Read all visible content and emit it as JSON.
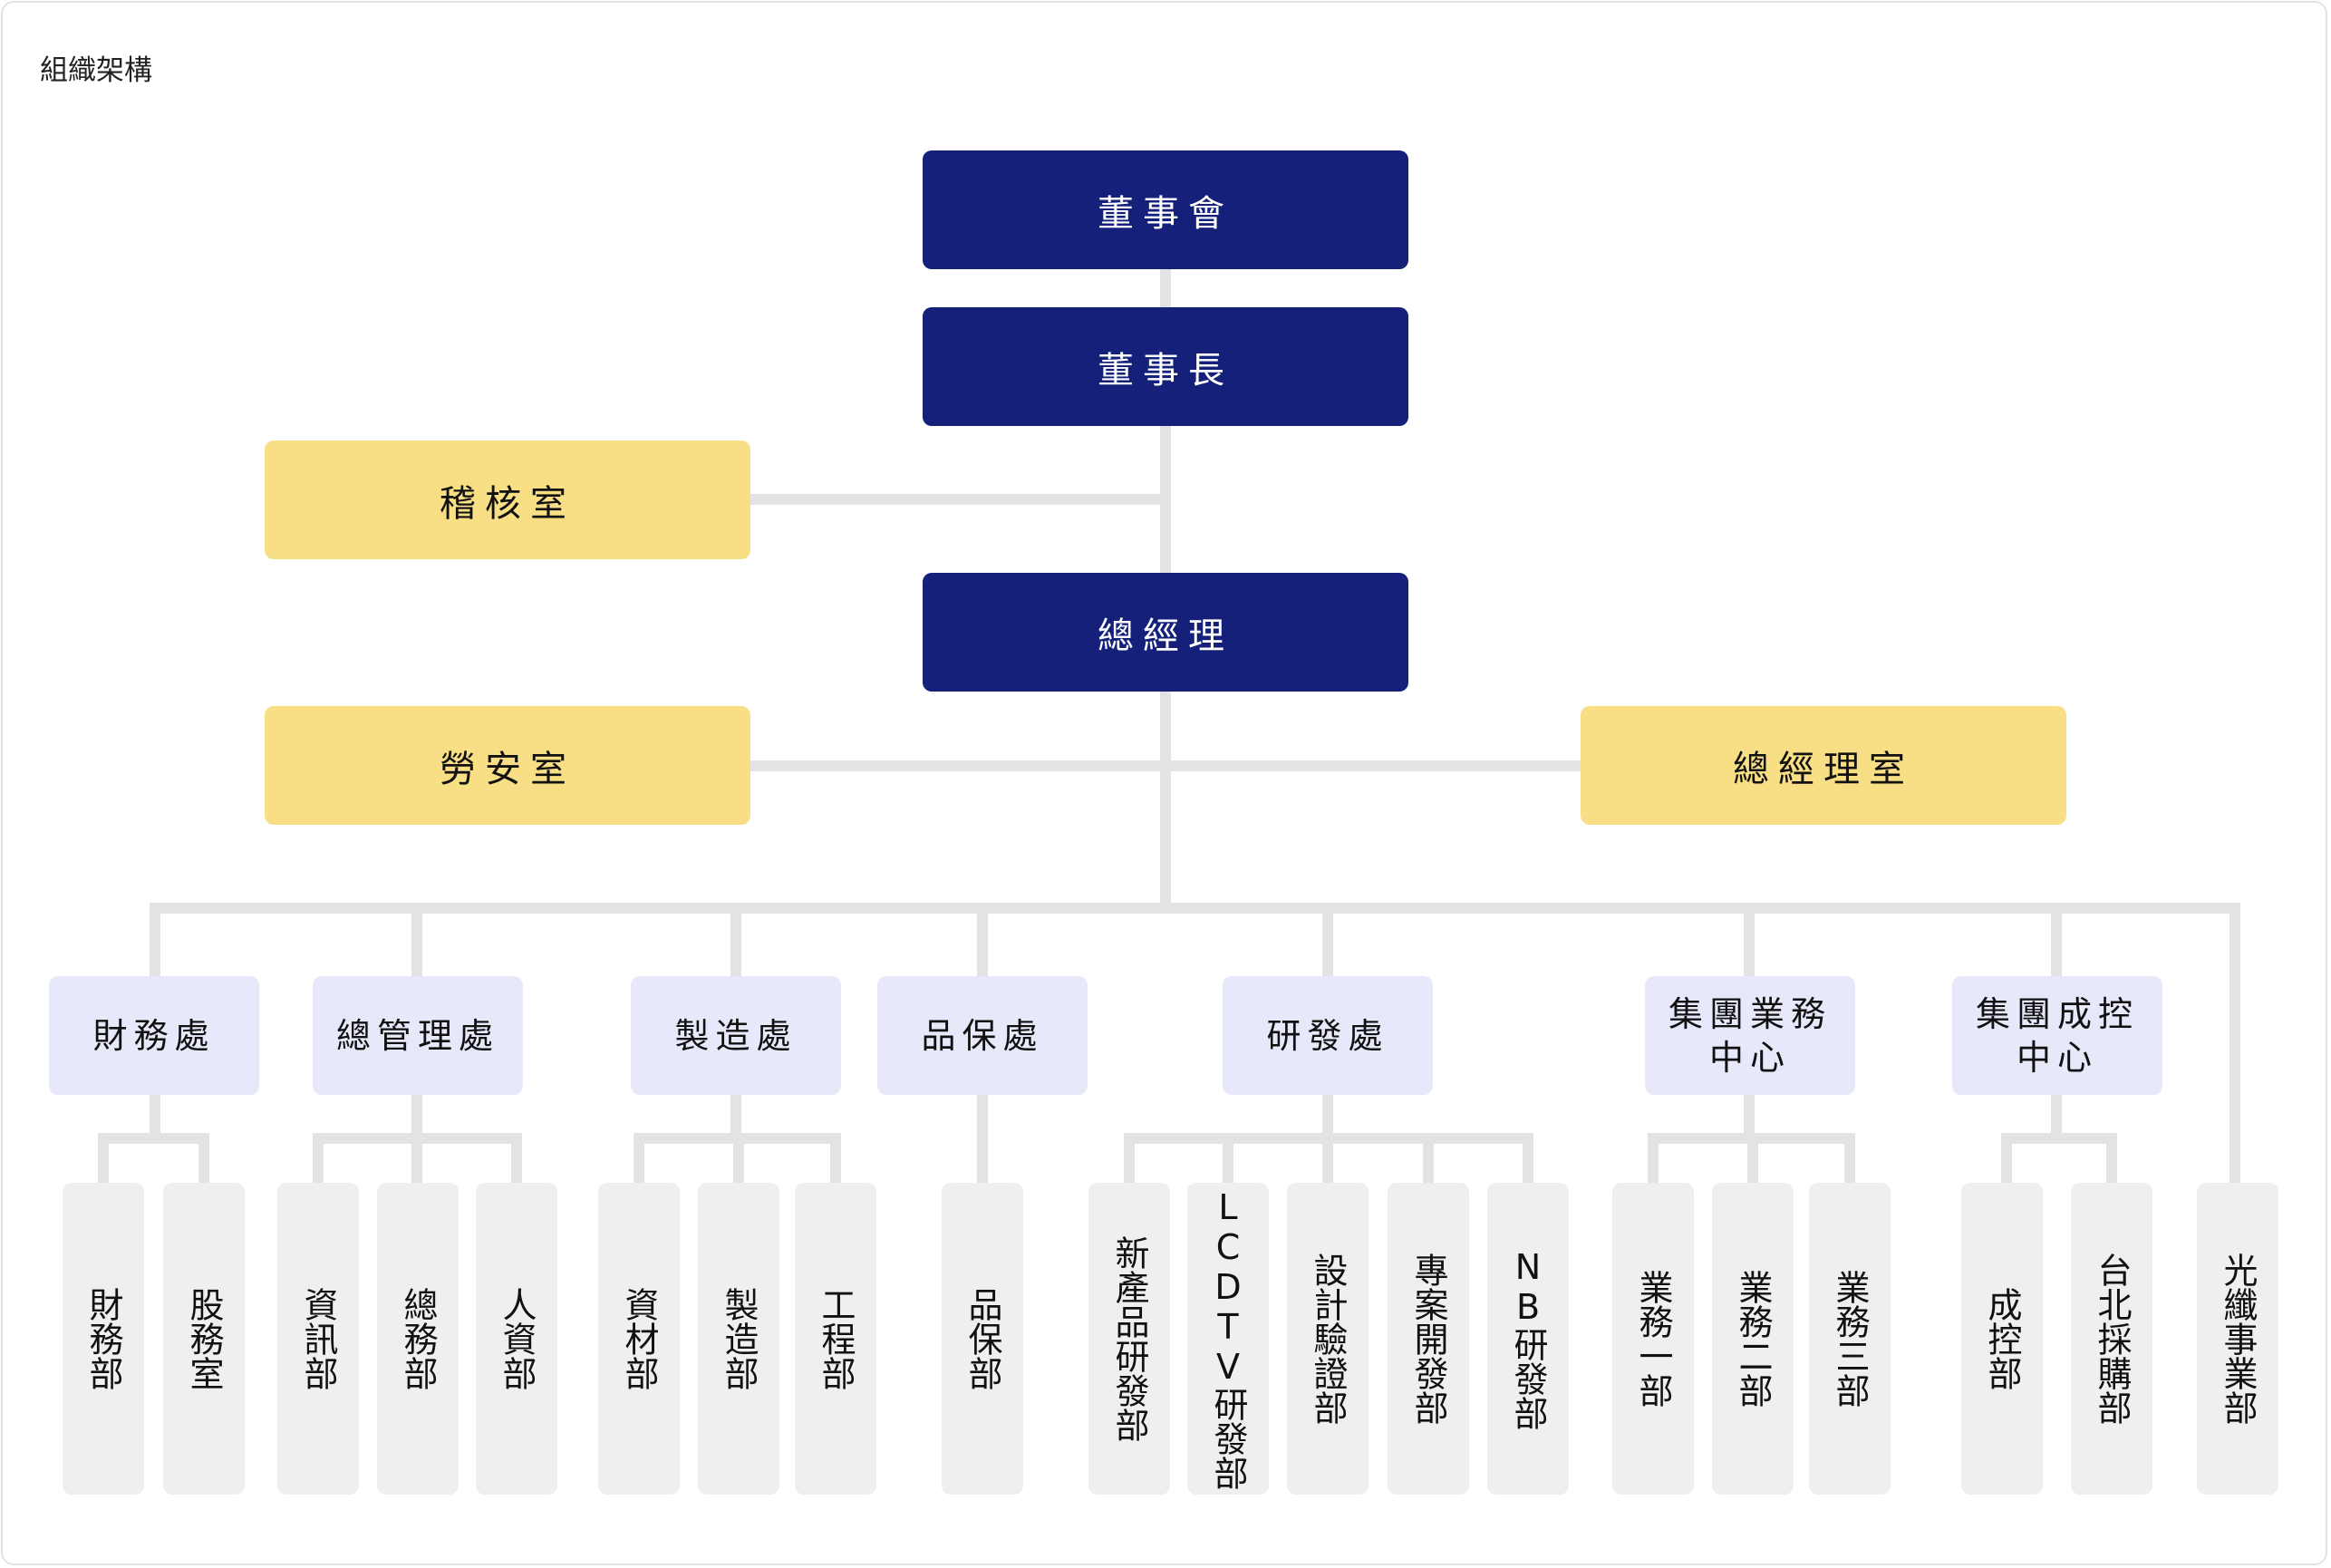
{
  "page": {
    "title": "組織架構"
  },
  "colors": {
    "navy": "#15207a",
    "yellow": "#f8de84",
    "lavender": "#e7e9fb",
    "gray": "#efefef",
    "connector": "#e3e3e3"
  },
  "org": {
    "board": "董事會",
    "chairman": "董事長",
    "audit": "稽核室",
    "president": "總經理",
    "labor_safety": "勞安室",
    "president_office": "總經理室",
    "divisions": [
      {
        "name": "財務處",
        "departments": [
          "財務部",
          "股務室"
        ]
      },
      {
        "name": "總管理處",
        "departments": [
          "資訊部",
          "總務部",
          "人資部"
        ]
      },
      {
        "name": "製造處",
        "departments": [
          "資材部",
          "製造部",
          "工程部"
        ]
      },
      {
        "name": "品保處",
        "departments": [
          "品保部"
        ]
      },
      {
        "name": "研發處",
        "departments": [
          "新產品研發部",
          "LCDTV研發部",
          "設計驗證部",
          "專案開發部",
          "NB研發部"
        ]
      },
      {
        "name": "集團業務中心",
        "departments": [
          "業務一部",
          "業務二部",
          "業務三部"
        ]
      },
      {
        "name": "集團成控中心",
        "departments": [
          "成控部",
          "台北採購部"
        ]
      }
    ],
    "standalone_department": "光纖事業部"
  }
}
